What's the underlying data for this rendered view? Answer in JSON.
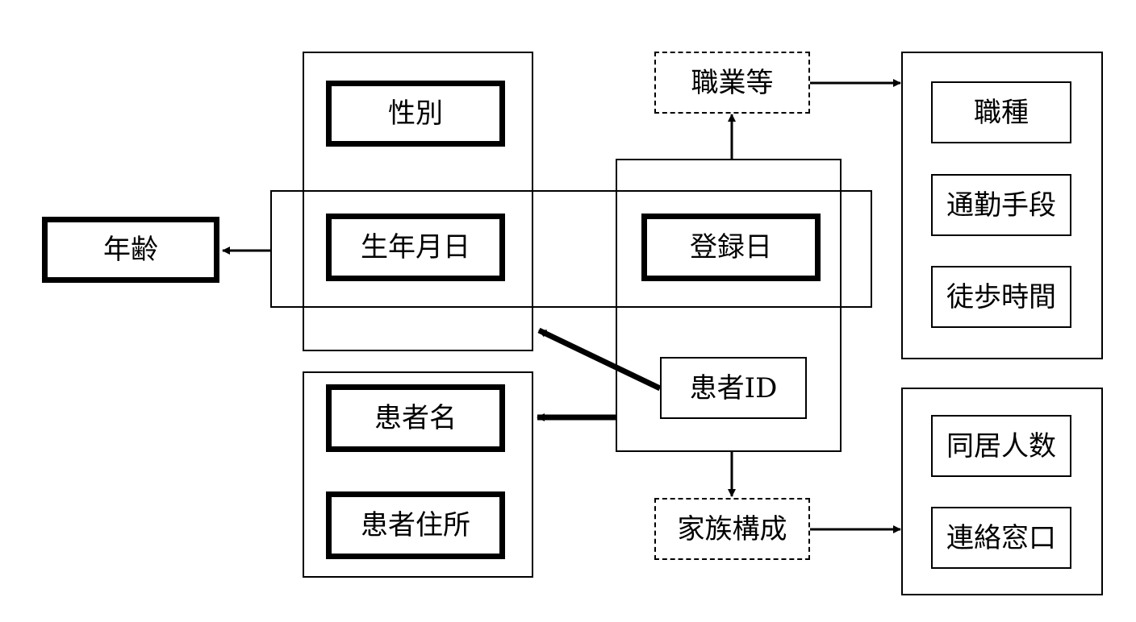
{
  "nodes": {
    "age": "年齢",
    "gender": "性別",
    "birthdate": "生年月日",
    "registration_date": "登録日",
    "patient_id": "患者ID",
    "patient_name": "患者名",
    "patient_address": "患者住所",
    "occupation": "職業等",
    "job_type": "職種",
    "commute": "通勤手段",
    "walk_time": "徒歩時間",
    "family": "家族構成",
    "household": "同居人数",
    "contact": "連絡窓口"
  }
}
